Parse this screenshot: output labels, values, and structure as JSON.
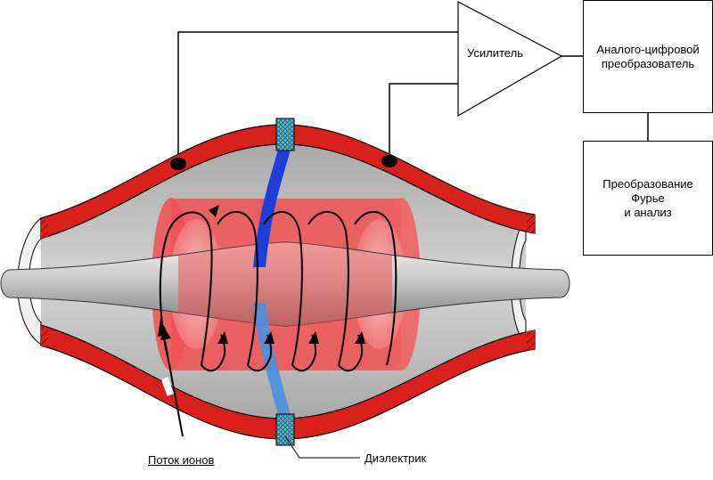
{
  "labels": {
    "amplifier": "Усилитель",
    "adc": "Аналого-цифровой\nпреобразователь",
    "fourier": "Преобразование\nФурье\nи анализ",
    "ion_flow": "Поток ионов",
    "dielectric": "Диэлектрик"
  },
  "colors": {
    "electrode": "#d9201a",
    "cylinder": "#f05050",
    "trap_body": "#bdbdbd",
    "dielectric_top": "#1e3ed8",
    "dielectric_bottom": "#4a90e0",
    "insulator_pattern": "#5cb8c8",
    "trajectory": "#000000"
  }
}
